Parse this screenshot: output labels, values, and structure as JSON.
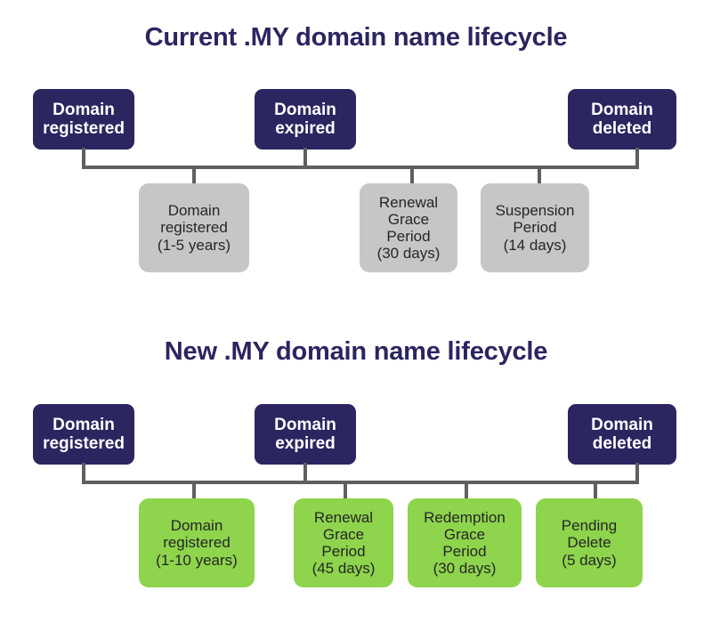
{
  "page": {
    "background_color": "#ffffff",
    "navy_color": "#2b2560",
    "grey_color": "#c6c6c6",
    "green_color": "#8ed44c",
    "line_color": "#5f5f5f"
  },
  "sections": [
    {
      "id": "current",
      "title": "Current .MY domain name lifecycle",
      "events": [
        {
          "name": "domain-registered",
          "line1": "Domain",
          "line2": "registered"
        },
        {
          "name": "domain-expired",
          "line1": "Domain",
          "line2": "expired"
        },
        {
          "name": "domain-deleted",
          "line1": "Domain",
          "line2": "deleted"
        }
      ],
      "phases": [
        {
          "name": "domain-registered-period",
          "style": "grey",
          "lines": [
            "Domain",
            "registered",
            "(1-5 years)"
          ]
        },
        {
          "name": "renewal-grace-period",
          "style": "grey",
          "lines": [
            "Renewal",
            "Grace",
            "Period",
            "(30 days)"
          ]
        },
        {
          "name": "suspension-period",
          "style": "grey",
          "lines": [
            "Suspension",
            "Period",
            "(14 days)"
          ]
        }
      ]
    },
    {
      "id": "new",
      "title": "New .MY domain name lifecycle",
      "events": [
        {
          "name": "domain-registered",
          "line1": "Domain",
          "line2": "registered"
        },
        {
          "name": "domain-expired",
          "line1": "Domain",
          "line2": "expired"
        },
        {
          "name": "domain-deleted",
          "line1": "Domain",
          "line2": "deleted"
        }
      ],
      "phases": [
        {
          "name": "domain-registered-period",
          "style": "green",
          "lines": [
            "Domain",
            "registered",
            "(1-10 years)"
          ]
        },
        {
          "name": "renewal-grace-period",
          "style": "green",
          "lines": [
            "Renewal",
            "Grace",
            "Period",
            "(45 days)"
          ]
        },
        {
          "name": "redemption-grace-period",
          "style": "green",
          "lines": [
            "Redemption",
            "Grace",
            "Period",
            "(30 days)"
          ]
        },
        {
          "name": "pending-delete-period",
          "style": "green",
          "lines": [
            "Pending",
            "Delete",
            "(5 days)"
          ]
        }
      ]
    }
  ]
}
